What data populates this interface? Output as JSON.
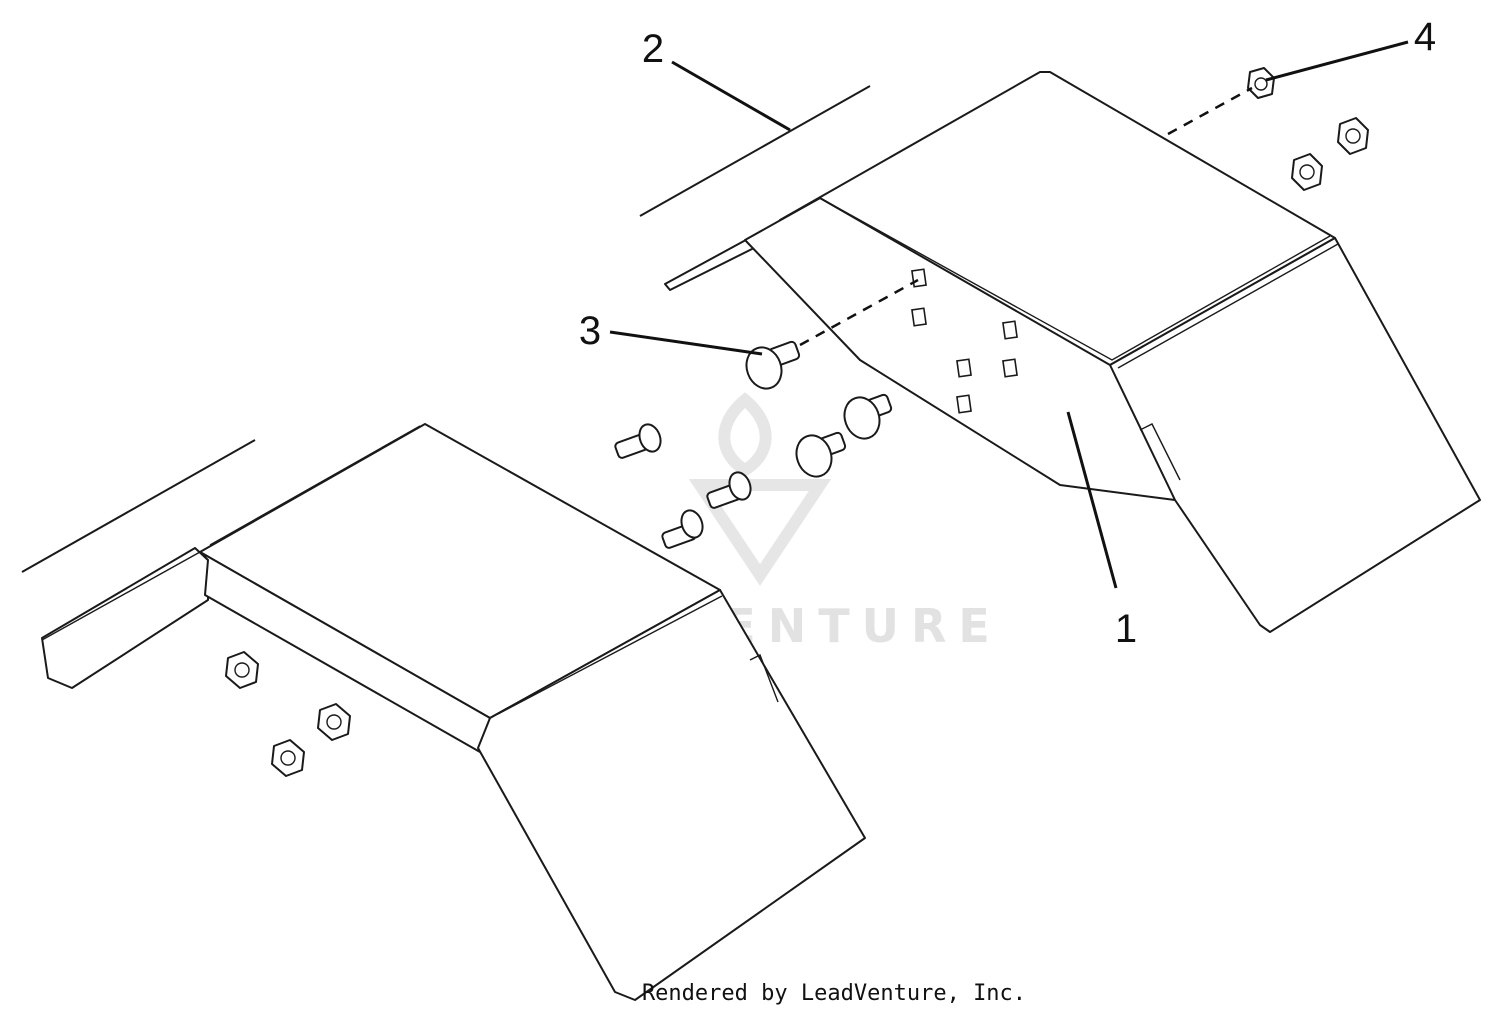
{
  "callouts": [
    {
      "id": "1",
      "label": "1"
    },
    {
      "id": "2",
      "label": "2"
    },
    {
      "id": "3",
      "label": "3"
    },
    {
      "id": "4",
      "label": "4"
    }
  ],
  "watermark": {
    "text": "LEADVENTURE"
  },
  "footer": {
    "credit": "Rendered by LeadVenture, Inc."
  }
}
